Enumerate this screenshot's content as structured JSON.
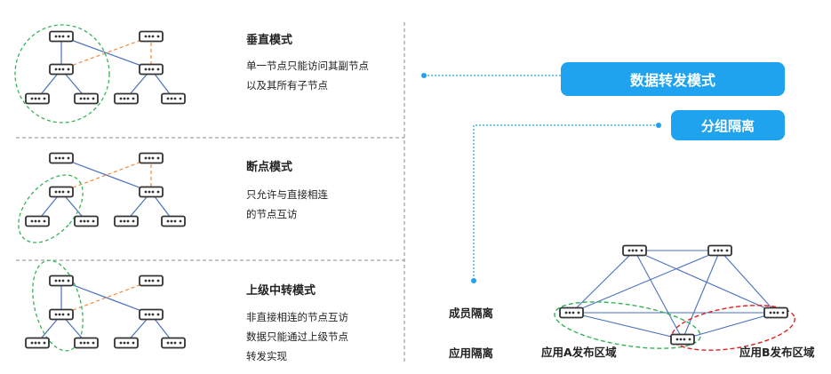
{
  "modes": [
    {
      "title": "垂直模式",
      "desc": [
        "单一节点只能访问其副节点",
        "以及其所有子节点"
      ]
    },
    {
      "title": "断点模式",
      "desc": [
        "只允许与直接相连",
        "的节点互访"
      ]
    },
    {
      "title": "上级中转模式",
      "desc": [
        "非直接相连的节点互访",
        "数据只能通过上级节点",
        "转发实现"
      ]
    }
  ],
  "right": {
    "forward_btn": "数据转发模式",
    "group_btn": "分组隔离",
    "member_isolation": "成员隔离",
    "app_isolation": "应用隔离",
    "zone_a": "应用A发布区域",
    "zone_b": "应用B发布区域"
  },
  "colors": {
    "accent": "#1fa3ee",
    "link": "#4a6fbf",
    "dashed_orange": "#f08a3c",
    "green_group": "#35b35a",
    "red_group": "#e02020"
  }
}
